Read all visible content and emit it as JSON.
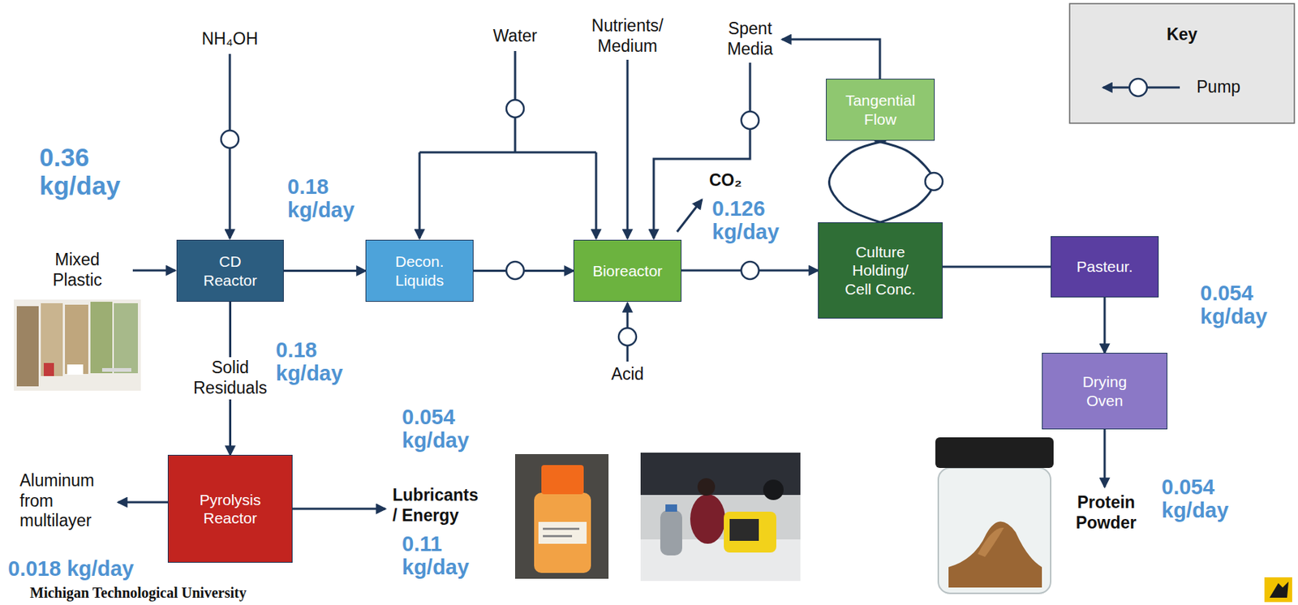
{
  "diagram": {
    "nodes": [
      {
        "text": [
          "Tangential Flow"
        ]
      },
      {
        "text": [
          "CD Reactor"
        ]
      },
      {
        "text": [
          "Decon. Liquids"
        ]
      },
      {
        "text": [
          "Bioreactor"
        ]
      },
      {
        "text": [
          "Culture Holding/ Cell Conc."
        ]
      },
      {
        "text": [
          "Pasteur."
        ]
      },
      {
        "text": [
          "Drying Oven"
        ]
      },
      {
        "text": [
          "Pyrolysis Reactor"
        ]
      }
    ],
    "edges": [
      {
        "from": 1,
        "to": 2,
        "arrow": "to"
      },
      {
        "from": 2,
        "to": 3,
        "arrow": "to"
      },
      {
        "from": 3,
        "to": 4,
        "arrow": "to"
      },
      {
        "from": 4,
        "to": 0,
        "arrow": "none"
      },
      {
        "from": 4,
        "to": 0,
        "arrow": "none"
      },
      {
        "from": 4,
        "to": 5,
        "arrow": "none"
      },
      {
        "from": 5,
        "to": 6,
        "arrow": "to"
      },
      {
        "from": 1,
        "to": 7,
        "label": "Solid Residuals",
        "arrow": "to"
      }
    ],
    "labels": [
      "0.36 kg/day",
      "Mixed Plastic",
      "NH₄OH",
      "0.18 kg/day",
      "Water",
      "Nutrients/ Medium",
      "Spent Media",
      "CO₂",
      "0.126 kg/day",
      "0.18 kg/day",
      "Acid",
      "0.054 kg/day",
      "Aluminum from multilayer",
      "Lubricants / Energy",
      "0.11 kg/day",
      "0.018 kg/day",
      "Michigan Technological University",
      "0.054 kg/day",
      "0.054 kg/day",
      "Protein Powder",
      "Key"
    ],
    "legend": [
      {
        "text": "Pump"
      }
    ]
  }
}
